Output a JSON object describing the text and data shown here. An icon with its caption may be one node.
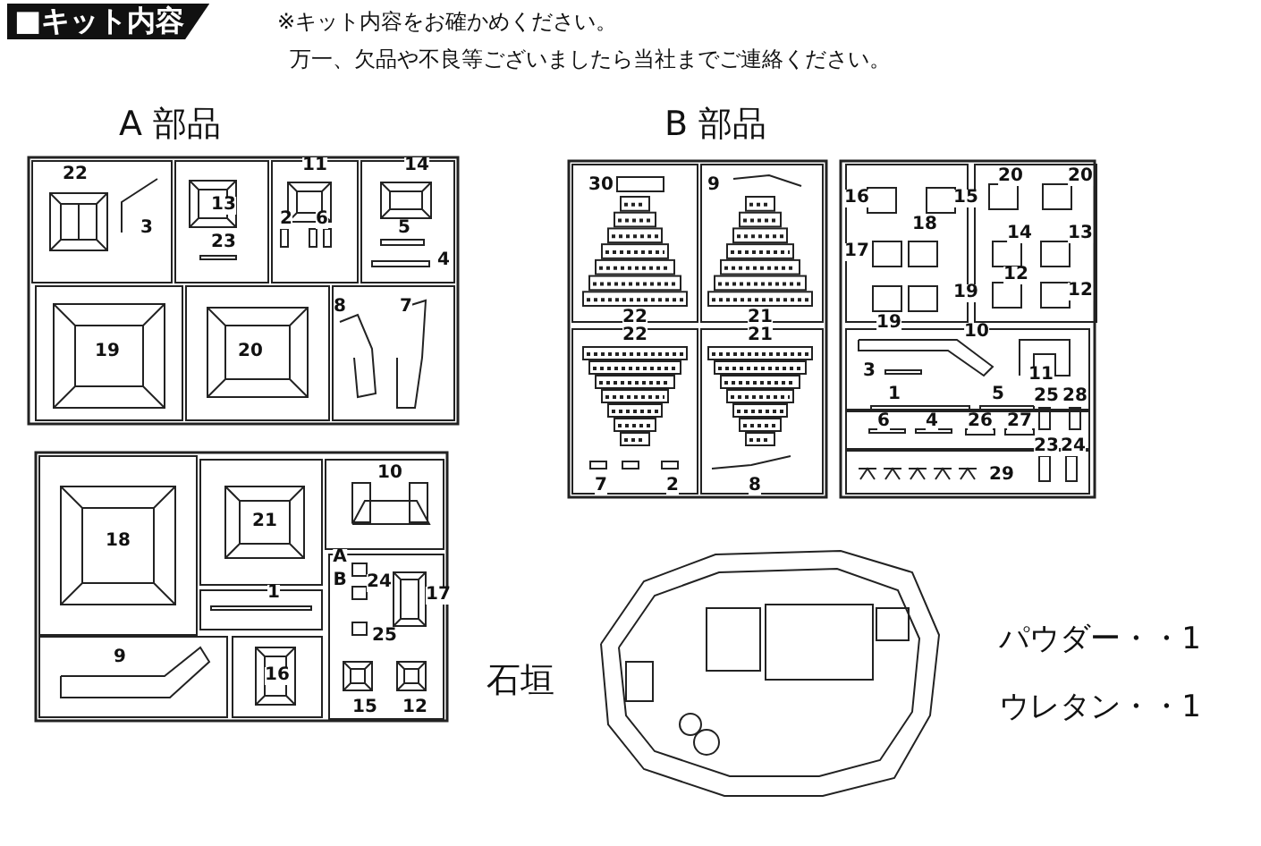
{
  "diagram": {
    "title": "■キット内容",
    "labels": [
      "※キット内容をお確かめください。",
      "万一、欠品や不良等ございましたら当社までご連絡ください。",
      "A 部品",
      "B 部品",
      "22",
      "3",
      "11",
      "14",
      "13",
      "23",
      "2",
      "6",
      "5",
      "4",
      "19",
      "20",
      "8",
      "7",
      "18",
      "21",
      "10",
      "1",
      "A",
      "B",
      "24",
      "25",
      "17",
      "9",
      "16",
      "15",
      "12",
      "30",
      "9",
      "22",
      "22",
      "21",
      "21",
      "7",
      "2",
      "8",
      "16",
      "15",
      "17",
      "18",
      "19",
      "19",
      "20",
      "20",
      "14",
      "13",
      "12",
      "12",
      "10",
      "3",
      "11",
      "1",
      "5",
      "25",
      "28",
      "6",
      "4",
      "26",
      "27",
      "23",
      "24",
      "29",
      "石垣",
      "パウダー・・1",
      "ウレタン・・1"
    ]
  }
}
